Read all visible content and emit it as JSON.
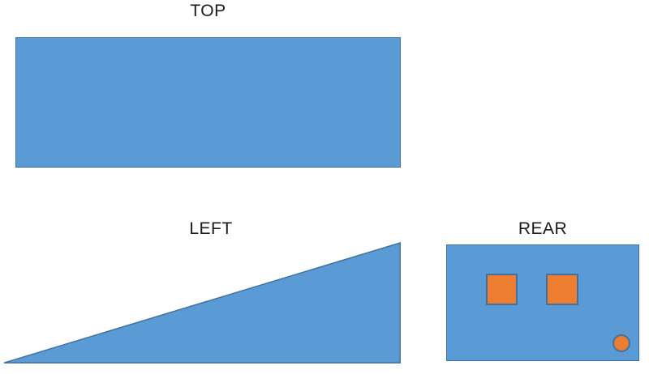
{
  "diagram": {
    "colors": {
      "background": "#ffffff",
      "text": "#1a1a1a",
      "shape_fill": "#5b9bd5",
      "shape_stroke": "#41719c",
      "feature_fill": "#ed7d31",
      "feature_stroke": "#41719c"
    },
    "views": [
      {
        "id": "top",
        "label": "TOP",
        "shape": "rectangle"
      },
      {
        "id": "left",
        "label": "LEFT",
        "shape": "right-triangle"
      },
      {
        "id": "rear",
        "label": "REAR",
        "shape": "rectangle",
        "features": [
          {
            "type": "square"
          },
          {
            "type": "square"
          },
          {
            "type": "circle"
          }
        ]
      }
    ]
  }
}
